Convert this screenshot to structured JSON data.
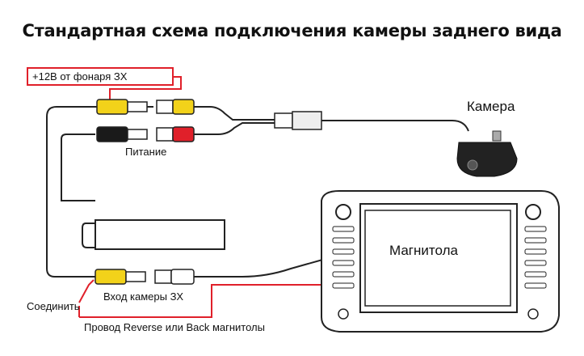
{
  "title": "Стандартная схема подключения камеры заднего вида",
  "labels": {
    "plus12v": "+12В от фонаря ЗХ",
    "pitanie": "Питание",
    "kamera": "Камера",
    "magnitola": "Магнитола",
    "vhod": "Вход камеры ЗХ",
    "soedinit": "Соединить",
    "provod": "Провод Reverse или Back магнитолы"
  },
  "colors": {
    "red": "#e0202a",
    "yellow": "#f2d21a",
    "black": "#1a1a1a"
  }
}
